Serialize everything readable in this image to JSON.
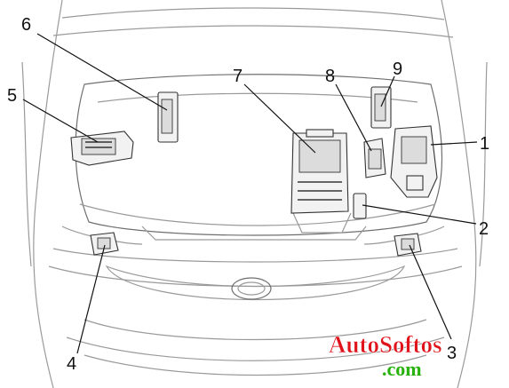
{
  "diagram": {
    "callouts": [
      {
        "id": "1",
        "label": "1"
      },
      {
        "id": "2",
        "label": "2"
      },
      {
        "id": "3",
        "label": "3"
      },
      {
        "id": "4",
        "label": "4"
      },
      {
        "id": "5",
        "label": "5"
      },
      {
        "id": "6",
        "label": "6"
      },
      {
        "id": "7",
        "label": "7"
      },
      {
        "id": "8",
        "label": "8"
      },
      {
        "id": "9",
        "label": "9"
      }
    ]
  },
  "watermark": {
    "brand": "AutoSoftos",
    "domain": ".com",
    "brand_color": "#e0131a",
    "domain_color": "#28b30c"
  }
}
